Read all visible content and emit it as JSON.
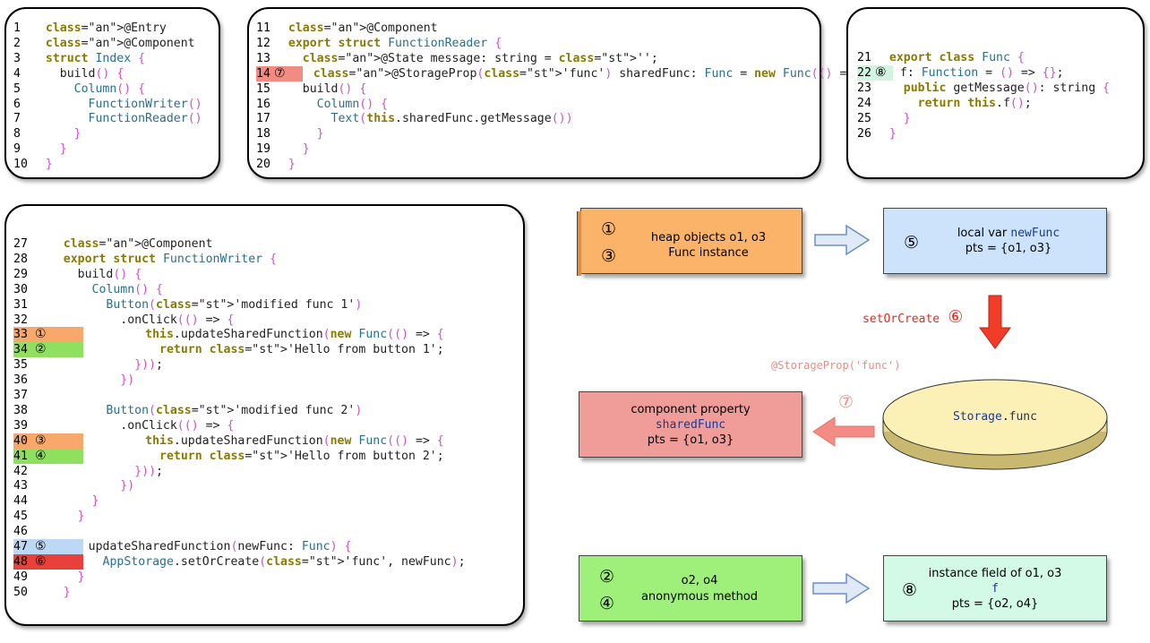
{
  "panels": [
    {
      "id": "index",
      "lines": [
        {
          "num": "1",
          "text": "  @Entry"
        },
        {
          "num": "2",
          "text": "  @Component"
        },
        {
          "num": "3",
          "text": "  struct Index {"
        },
        {
          "num": "4",
          "text": "    build() {"
        },
        {
          "num": "5",
          "text": "      Column() {"
        },
        {
          "num": "6",
          "text": "        FunctionWriter()"
        },
        {
          "num": "7",
          "text": "        FunctionReader()"
        },
        {
          "num": "8",
          "text": "      }"
        },
        {
          "num": "9",
          "text": "    }"
        },
        {
          "num": "10",
          "text": "  }"
        }
      ]
    },
    {
      "id": "reader",
      "lines": [
        {
          "num": "11",
          "text": "  @Component"
        },
        {
          "num": "12",
          "text": "  export struct FunctionReader {"
        },
        {
          "num": "13",
          "text": "    @State message: string = '';"
        },
        {
          "num": "14",
          "text": "    @StorageProp('func') sharedFunc: Func = new Func(() => {return ''})",
          "marker": "⑦",
          "highlight": "#f08c82"
        },
        {
          "num": "15",
          "text": "    build() {"
        },
        {
          "num": "16",
          "text": "      Column() {"
        },
        {
          "num": "17",
          "text": "        Text(this.sharedFunc.getMessage())"
        },
        {
          "num": "18",
          "text": "      }"
        },
        {
          "num": "19",
          "text": "    }"
        },
        {
          "num": "20",
          "text": "  }"
        }
      ]
    },
    {
      "id": "func",
      "lines": [
        {
          "num": "21",
          "text": "  export class Func {"
        },
        {
          "num": "22",
          "text": "  f: Function = () => {};",
          "marker": "⑧",
          "highlight": "#d2f5e0"
        },
        {
          "num": "23",
          "text": "    public getMessage(): string {"
        },
        {
          "num": "24",
          "text": "      return this.f();"
        },
        {
          "num": "25",
          "text": "    }"
        },
        {
          "num": "26",
          "text": "  }"
        }
      ]
    },
    {
      "id": "writer",
      "lines": [
        {
          "num": "27",
          "text": "    @Component"
        },
        {
          "num": "28",
          "text": "    export struct FunctionWriter {"
        },
        {
          "num": "29",
          "text": "      build() {"
        },
        {
          "num": "30",
          "text": "        Column() {"
        },
        {
          "num": "31",
          "text": "          Button('modified func 1')"
        },
        {
          "num": "32",
          "text": "            .onClick(() => {"
        },
        {
          "num": "33",
          "text": "              this.updateSharedFunction(new Func(() => {",
          "marker": "①",
          "highlight": "#f7a86a"
        },
        {
          "num": "34",
          "text": "                return 'Hello from button 1';",
          "marker": "②",
          "highlight": "#8ee05e"
        },
        {
          "num": "35",
          "text": "              }));"
        },
        {
          "num": "36",
          "text": "            })"
        },
        {
          "num": "37",
          "text": ""
        },
        {
          "num": "38",
          "text": "          Button('modified func 2')"
        },
        {
          "num": "39",
          "text": "            .onClick(() => {"
        },
        {
          "num": "40",
          "text": "              this.updateSharedFunction(new Func(() => {",
          "marker": "③",
          "highlight": "#f7a86a"
        },
        {
          "num": "41",
          "text": "                return 'Hello from button 2';",
          "marker": "④",
          "highlight": "#8ee05e"
        },
        {
          "num": "42",
          "text": "              }));"
        },
        {
          "num": "43",
          "text": "            })"
        },
        {
          "num": "44",
          "text": "        }"
        },
        {
          "num": "45",
          "text": "      }"
        },
        {
          "num": "46",
          "text": ""
        },
        {
          "num": "47",
          "text": "      updateSharedFunction(newFunc: Func) {",
          "marker": "⑤",
          "highlight": "#bcd8f4"
        },
        {
          "num": "48",
          "text": "        AppStorage.setOrCreate('func', newFunc);",
          "marker": "⑥",
          "highlight": "#e8403a"
        },
        {
          "num": "49",
          "text": "      }"
        },
        {
          "num": "50",
          "text": "    }"
        }
      ]
    }
  ],
  "diagram": {
    "heap": {
      "m1": "①",
      "m2": "③",
      "line1": "heap objects o1, o3",
      "line2": "Func instance"
    },
    "local": {
      "m1": "⑤",
      "line1": "local var",
      "var": "newFunc",
      "line2": "pts = {o1, o3}"
    },
    "setOrCreate": {
      "label": "setOrCreate",
      "marker": "⑥"
    },
    "storageProp": {
      "label": "@StorageProp('func')",
      "marker": "⑦"
    },
    "storage": {
      "obj": "Storage",
      "field": "func"
    },
    "component": {
      "line1": "component property",
      "var": "sharedFunc",
      "line2": "pts = {o1, o3}"
    },
    "anon": {
      "m1": "②",
      "m2": "④",
      "line1": "o2, o4",
      "line2": "anonymous method"
    },
    "field": {
      "m1": "⑧",
      "line1": "instance field of o1, o3",
      "var": "f",
      "line2": "pts = {o2, o4}"
    },
    "colors": {
      "heap": "#fbb36a",
      "local": "#cce3fb",
      "component": "#f09c98",
      "storage": "#fbf0b6",
      "anon": "#9ef07a",
      "field": "#d2fae6",
      "arrowRed": "#f03c28"
    }
  }
}
